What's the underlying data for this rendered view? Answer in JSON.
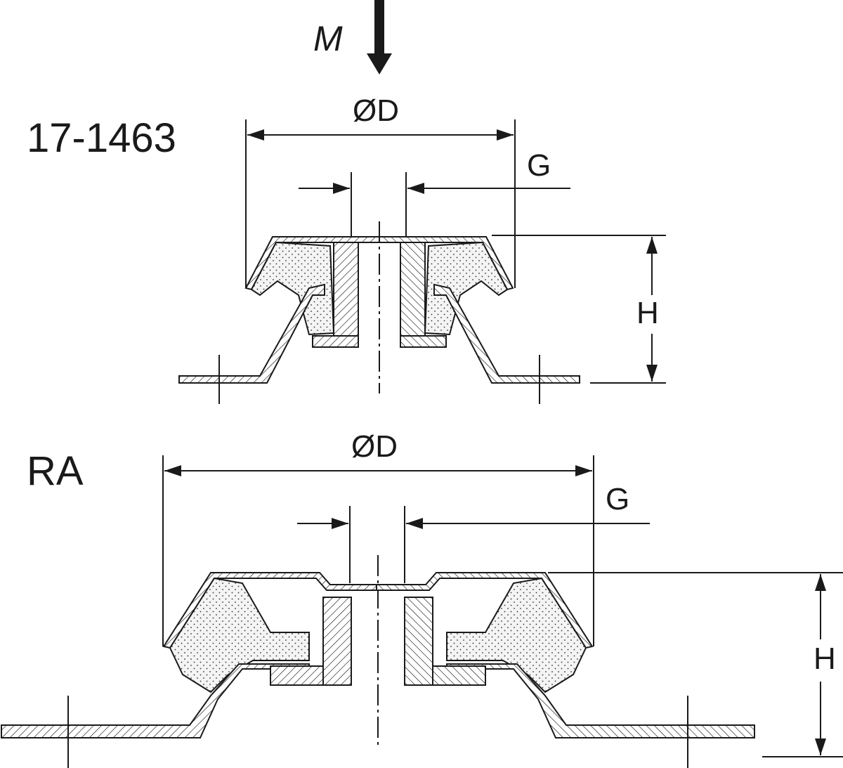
{
  "load_label": "M",
  "top": {
    "model": "17-1463",
    "diameter_label": "ØD",
    "thread_label": "G",
    "height_label": "H"
  },
  "bottom": {
    "model": "RA",
    "diameter_label": "ØD",
    "thread_label": "G",
    "height_label": "H"
  },
  "colors": {
    "line": "#1a1a1a",
    "background": "#ffffff"
  }
}
